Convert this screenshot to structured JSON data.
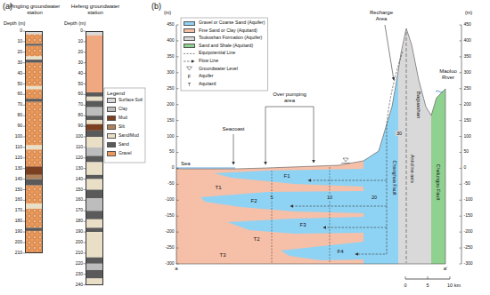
{
  "diagram": {
    "nodes": [
      {
        "text": [
          "Pingting groundwater station"
        ]
      },
      {
        "text": [
          "Hefeng groundwater station"
        ]
      }
    ],
    "labels": [
      "(a)",
      "Depth (m)",
      "Depth (m)",
      "Legend",
      "0",
      "10",
      "20",
      "30",
      "40",
      "50",
      "60",
      "70",
      "80",
      "90",
      "100",
      "110",
      "120",
      "130",
      "140",
      "150",
      "160",
      "170",
      "180",
      "190",
      "200",
      "210",
      "0",
      "10",
      "20",
      "30",
      "40",
      "50",
      "60",
      "70",
      "80",
      "90",
      "100",
      "110",
      "120",
      "130",
      "140",
      "150",
      "160",
      "170",
      "180",
      "190",
      "200",
      "210",
      "220",
      "230",
      "240",
      "(b)",
      "(m)",
      "(m)",
      "450",
      "400",
      "350",
      "300",
      "250",
      "200",
      "150",
      "100",
      "50",
      "0",
      "-50",
      "-100",
      "-150",
      "-200",
      "-250",
      "-300",
      "450",
      "400",
      "350",
      "300",
      "250",
      "200",
      "150",
      "100",
      "50",
      "0",
      "-50",
      "-100",
      "-150",
      "-200",
      "-250",
      "-300",
      "Sea",
      "Seacoast",
      "Over pumping area",
      "Recharge Area",
      "Baguashan",
      "Anticline axis",
      "Changhua Fault",
      "Chelungpu Fault",
      "Maoluo River",
      "F1",
      "F2",
      "F3",
      "F4",
      "T1",
      "T2",
      "T3",
      "5",
      "10",
      "20",
      "30",
      "a",
      "a'",
      "0",
      "5",
      "10 km",
      "F",
      "T"
    ],
    "legend": [
      {
        "text": "Surface Soil",
        "color": "#d9d9d9"
      },
      {
        "text": "Clay",
        "color": "#bdbdbd"
      },
      {
        "text": "Mud",
        "color": "#7b3f22"
      },
      {
        "text": "Silt",
        "color": "#b0825a"
      },
      {
        "text": "Sand/Mud",
        "color": "#e9dfc6"
      },
      {
        "text": "Sand",
        "color": "#5a5a5a"
      },
      {
        "text": "Gravel",
        "color": "#ec9a5c"
      },
      {
        "text": "Gravel or Coarse Sand (Aquifer)",
        "color": "#8fd3f4"
      },
      {
        "text": "Fine Sand or Clay (Aquitard)",
        "color": "#f6bfa8"
      },
      {
        "text": "Toukoshan Formation (Aquifer)",
        "color": "#d9d9d9"
      },
      {
        "text": "Sand and Shale (Aquitard)",
        "color": "#8fd18f"
      },
      {
        "text": "Equipotential Line"
      },
      {
        "text": "Flow Line"
      },
      {
        "text": "Groundwater Level"
      },
      {
        "text": "Aquifer"
      },
      {
        "text": "Aquitard"
      }
    ]
  }
}
